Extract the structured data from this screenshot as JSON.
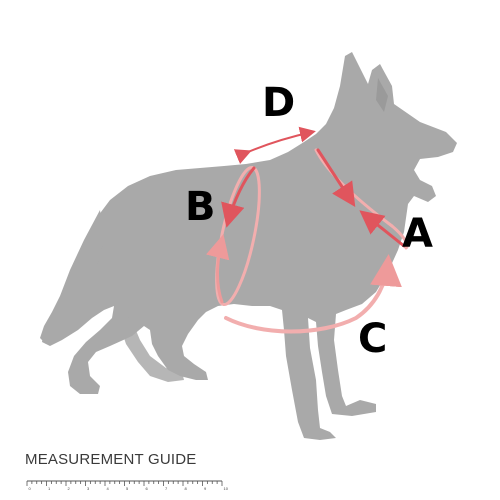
{
  "labels": {
    "a": "A",
    "b": "B",
    "c": "C",
    "d": "D"
  },
  "guide": {
    "title": "MEASUREMENT GUIDE",
    "ruler_numbers": [
      "0",
      "1",
      "2",
      "3",
      "4",
      "5",
      "6",
      "7",
      "8",
      "9",
      "10"
    ]
  },
  "colors": {
    "silhouette": "#a9a9a9",
    "arrow_strong": "#e0555d",
    "arrow_light": "#f2aeae",
    "text": "#000000"
  },
  "icons": {
    "figure": "dog-silhouette-icon",
    "ruler": "ruler-icon"
  }
}
